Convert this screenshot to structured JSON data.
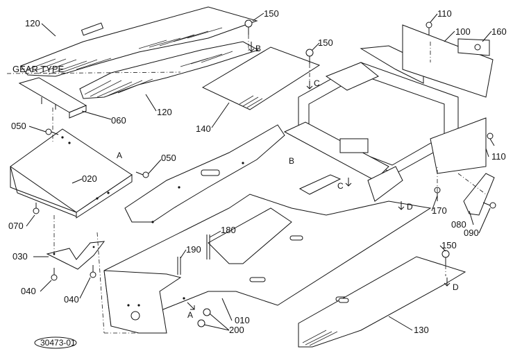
{
  "diagram": {
    "gear_type_label": "GEAR TYPE",
    "drawing_code": "30473-01",
    "part_labels": {
      "p120a": "120",
      "p120b": "120",
      "p150a": "150",
      "p150b": "150",
      "p150c": "150",
      "p110a": "110",
      "p110b": "110",
      "p100": "100",
      "p160": "160",
      "p140": "140",
      "p060": "060",
      "p050a": "050",
      "p050b": "050",
      "p020": "020",
      "p070": "070",
      "p030": "030",
      "p040a": "040",
      "p040b": "040",
      "p180": "180",
      "p190": "190",
      "p010": "010",
      "p200": "200",
      "p130": "130",
      "p170": "170",
      "p080": "080",
      "p090": "090"
    },
    "ref_marks": {
      "b1": "B",
      "b2": "B",
      "c1": "C",
      "c2": "C",
      "a1": "A",
      "a2": "A",
      "d1": "D",
      "d2": "D"
    }
  },
  "colors": {
    "ink": "#111111",
    "paper": "#ffffff"
  }
}
